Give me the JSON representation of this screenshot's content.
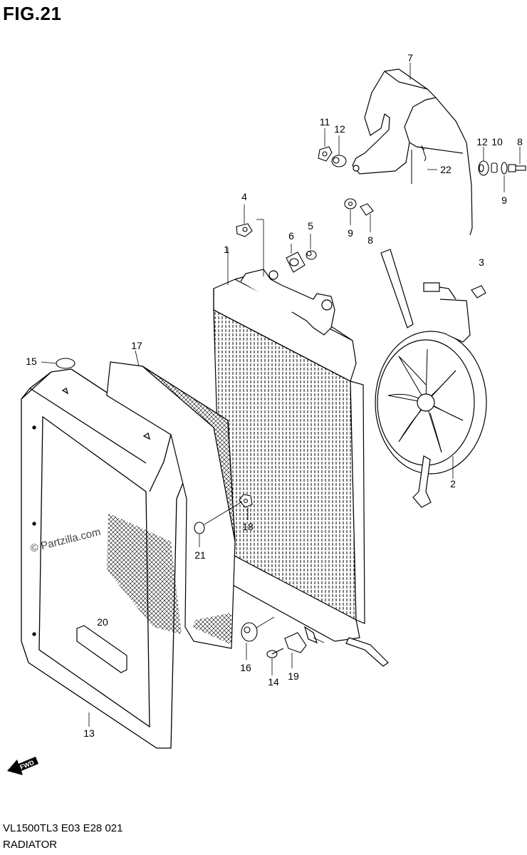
{
  "figure": {
    "title": "FIG.21"
  },
  "watermark": "© Partzilla.com",
  "fwd_arrow": {
    "label": "FWD"
  },
  "footer": {
    "model_code": "VL1500TL3  E03  E28  021",
    "section_name": "RADIATOR"
  },
  "callouts": {
    "c1": "1",
    "c2": "2",
    "c3": "3",
    "c4": "4",
    "c5": "5",
    "c6": "6",
    "c7": "7",
    "c8a": "8",
    "c8b": "8",
    "c9a": "9",
    "c9b": "9",
    "c10": "10",
    "c11": "11",
    "c12a": "12",
    "c12b": "12",
    "c13": "13",
    "c14": "14",
    "c15": "15",
    "c16": "16",
    "c17": "17",
    "c18": "18",
    "c19": "19",
    "c20": "20",
    "c21": "21",
    "c22": "22"
  }
}
